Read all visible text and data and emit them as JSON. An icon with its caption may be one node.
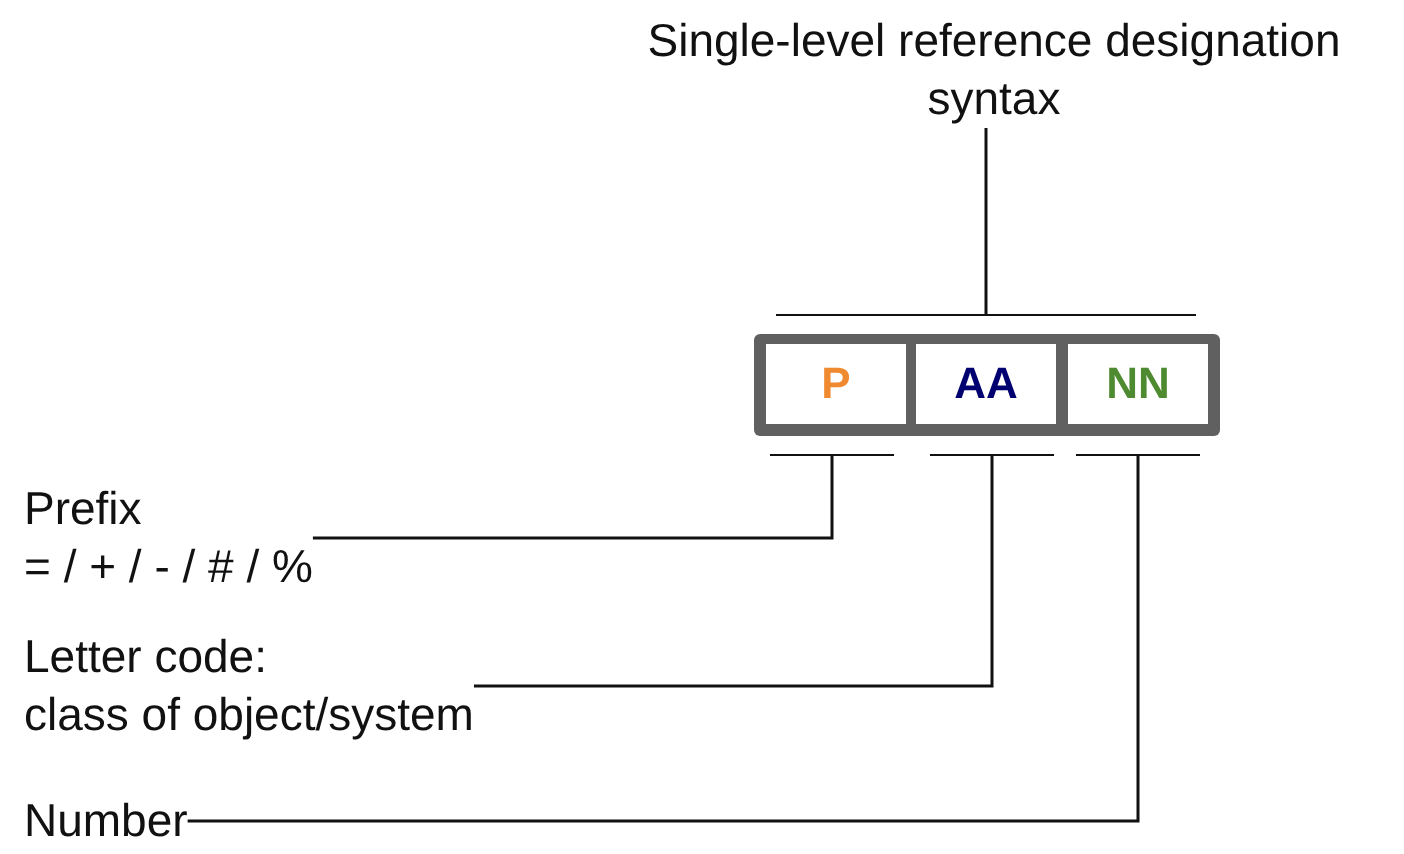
{
  "diagram": {
    "nodes": [
      {
        "text": [
          "Single-level reference designation syntax"
        ]
      },
      {
        "text": [],
        "shape": "box"
      },
      {
        "text": [
          "P"
        ],
        "in": 1
      },
      {
        "text": [
          "AA"
        ],
        "in": 1
      },
      {
        "text": [
          "NN"
        ],
        "in": 1
      },
      {
        "text": [
          "Prefix",
          "= / + / - / # / %"
        ]
      },
      {
        "text": [
          "Letter code:",
          "class of object/system"
        ]
      },
      {
        "text": [
          "Number"
        ]
      }
    ],
    "edges": [
      {
        "from": 0,
        "to": 1,
        "arrow": "none"
      },
      {
        "from": 5,
        "to": 2,
        "arrow": "none"
      },
      {
        "from": 6,
        "to": 3,
        "arrow": "none"
      },
      {
        "from": 7,
        "to": 4,
        "arrow": "none"
      }
    ]
  }
}
